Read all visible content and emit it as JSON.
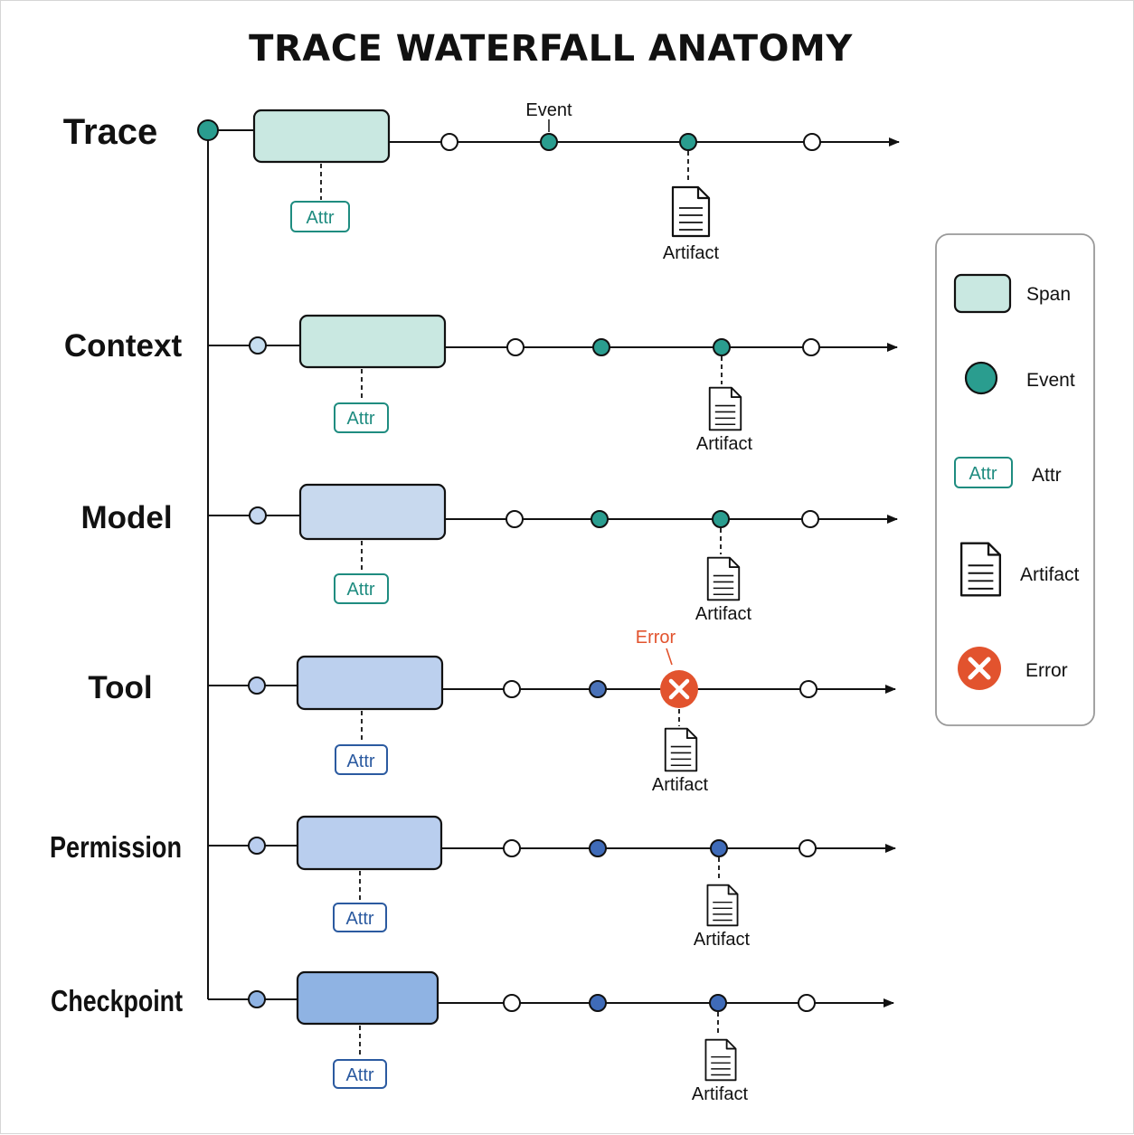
{
  "title": "TRACE WATERFALL ANATOMY",
  "labels": {
    "event": "Event",
    "attr": "Attr",
    "artifact": "Artifact",
    "error": "Error"
  },
  "rows": [
    {
      "name": "trace",
      "label": "Trace",
      "span_fill": "#c9e8e1",
      "attr_color": "#1f8c80",
      "event_color": "#2a9d8f",
      "start_dot_fill": "#2a9d8f",
      "error": false
    },
    {
      "name": "context",
      "label": "Context",
      "span_fill": "#c9e8e1",
      "attr_color": "#1f8c80",
      "event_color": "#2a9d8f",
      "start_dot_fill": "#c6def0",
      "error": false
    },
    {
      "name": "model",
      "label": "Model",
      "span_fill": "#c8d9ee",
      "attr_color": "#1f8c80",
      "event_color": "#2a9d8f",
      "start_dot_fill": "#c6d8f0",
      "error": false
    },
    {
      "name": "tool",
      "label": "Tool",
      "span_fill": "#bcd0ee",
      "attr_color": "#2b5aa0",
      "event_color": "#4a72b8",
      "start_dot_fill": "#b9cdee",
      "error": true
    },
    {
      "name": "permission",
      "label": "Permission",
      "span_fill": "#b9ceee",
      "attr_color": "#2b5aa0",
      "event_color": "#3f6bb8",
      "start_dot_fill": "#b9cdee",
      "error": false
    },
    {
      "name": "checkpoint",
      "label": "Checkpoint",
      "span_fill": "#8fb3e3",
      "attr_color": "#2b5aa0",
      "event_color": "#3f6bb8",
      "start_dot_fill": "#8fb3e3",
      "error": false
    }
  ],
  "legend": {
    "span": "Span",
    "event": "Event",
    "attr_badge": "Attr",
    "attr": "Attr",
    "artifact": "Artifact",
    "error": "Error"
  },
  "colors": {
    "line": "#111111",
    "event_teal": "#2a9d8f",
    "event_blue": "#3f6bb8",
    "error": "#e2532e",
    "span_teal": "#c9e8e1",
    "attr_teal": "#1f8c80",
    "attr_blue": "#2b5aa0"
  },
  "icons": [
    "document-icon",
    "error-x-icon",
    "arrow-head-icon"
  ]
}
